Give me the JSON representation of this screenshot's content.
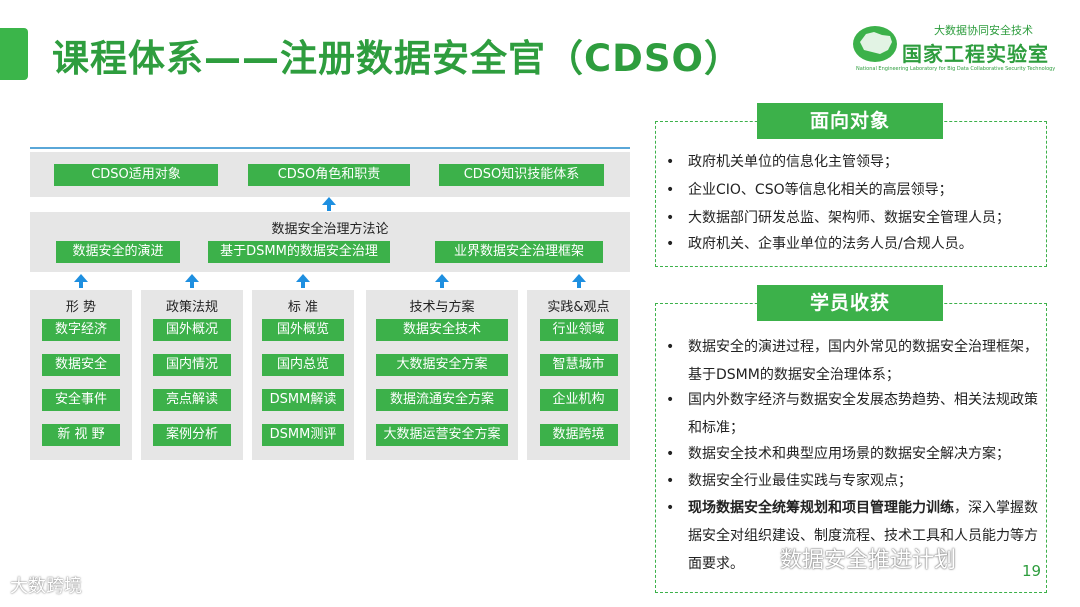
{
  "slide": {
    "title": "课程体系——注册数据安全官（CDSO）",
    "page_number": "19"
  },
  "logo": {
    "top_text": "大数据协同安全技术",
    "main_text": "国家工程实验室",
    "english_text": "National Engineering Laboratory for Big Data Collaborative Security Technology"
  },
  "diagram": {
    "top_row": [
      "CDSO适用对象",
      "CDSO角色和职责",
      "CDSO知识技能体系"
    ],
    "methodology": {
      "title": "数据安全治理方法论",
      "items": [
        "数据安全的演进",
        "基于DSMM的数据安全治理",
        "业界数据安全治理框架"
      ]
    },
    "columns": [
      {
        "title": "形  势",
        "items": [
          "数字经济",
          "数据安全",
          "安全事件",
          "新 视 野"
        ]
      },
      {
        "title": "政策法规",
        "items": [
          "国外概况",
          "国内情况",
          "亮点解读",
          "案例分析"
        ]
      },
      {
        "title": "标  准",
        "items": [
          "国外概览",
          "国内总览",
          "DSMM解读",
          "DSMM测评"
        ]
      },
      {
        "title": "技术与方案",
        "items": [
          "数据安全技术",
          "大数据安全方案",
          "数据流通安全方案",
          "大数据运营安全方案"
        ]
      },
      {
        "title": "实践&观点",
        "items": [
          "行业领域",
          "智慧城市",
          "企业机构",
          "数据跨境"
        ]
      }
    ]
  },
  "audience": {
    "label": "面向对象",
    "items": [
      "政府机关单位的信息化主管领导；",
      "企业CIO、CSO等信息化相关的高层领导；",
      "大数据部门研发总监、架构师、数据安全管理人员；",
      "政府机关、企事业单位的法务人员/合规人员。"
    ]
  },
  "gains": {
    "label": "学员收获",
    "items": [
      "数据安全的演进过程，国内外常见的数据安全治理框架，基于DSMM的数据安全治理体系；",
      "国内外数字经济与数据安全发展态势趋势、相关法规政策和标准；",
      "数据安全技术和典型应用场景的数据安全解决方案；",
      "数据安全行业最佳实践与专家观点；"
    ],
    "last_bold": "现场数据安全统筹规划和项目管理能力训练",
    "last_rest": "，深入掌握数据安全对组织建设、制度流程、技术工具和人员能力等方面要求。"
  },
  "watermarks": {
    "left": "大数跨境",
    "right": "数据安全推进计划"
  },
  "colors": {
    "brand_green": "#3cb14a",
    "title_green": "#2e9d3e",
    "arrow_blue": "#1e8fe0",
    "band_gray": "#e6e6e6"
  }
}
